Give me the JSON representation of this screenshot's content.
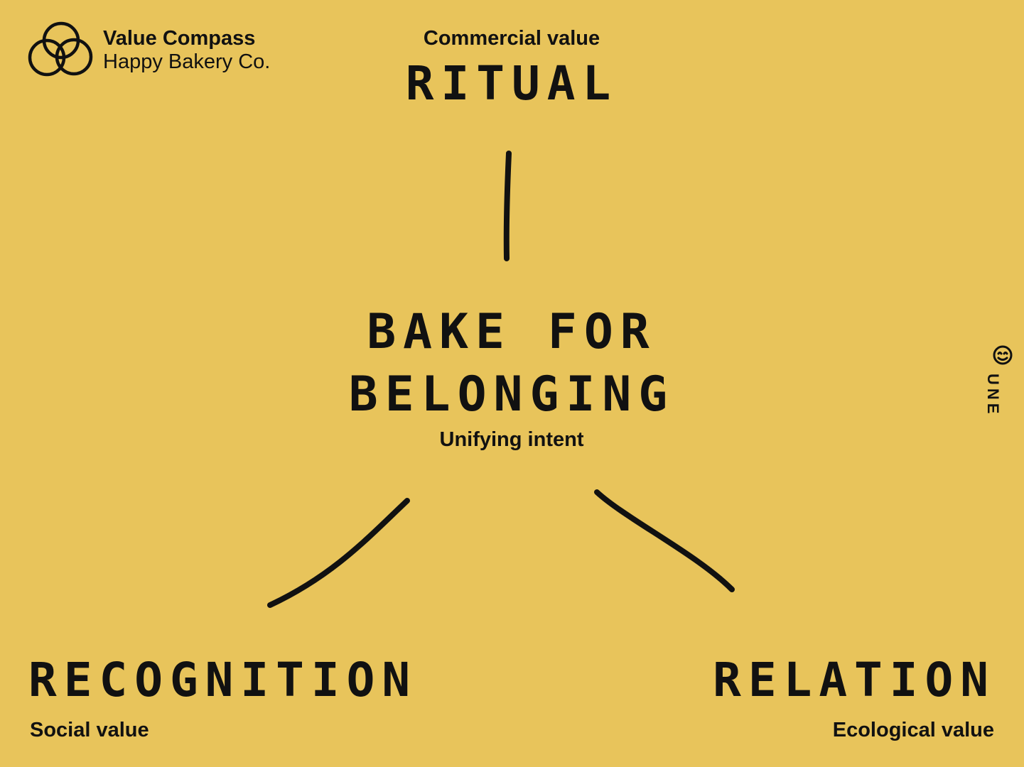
{
  "brand": {
    "title": "Value Compass",
    "subtitle": "Happy Bakery Co.",
    "logo_icon": "three-interlocking-circles-icon"
  },
  "nodes": {
    "top": {
      "caption": "Commercial value",
      "word": "RITUAL"
    },
    "center": {
      "line1": "BAKE FOR",
      "line2": "BELONGING",
      "caption": "Unifying intent"
    },
    "bottom_left": {
      "word": "RECOGNITION",
      "caption": "Social value"
    },
    "bottom_right": {
      "word": "RELATION",
      "caption": "Ecological value"
    }
  },
  "side_mark": {
    "text": "UNE",
    "icon": "smiley-face-icon"
  },
  "colors": {
    "background": "#E8C45B",
    "ink": "#111111"
  }
}
